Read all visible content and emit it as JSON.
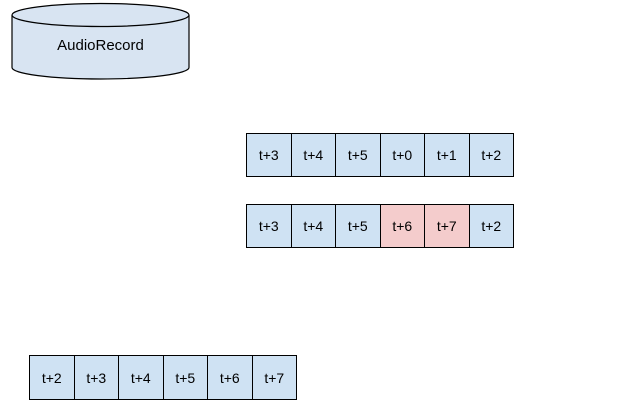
{
  "colors": {
    "cell_blue": "#cfe2f3",
    "cell_pink": "#f4cccc",
    "cylinder_fill": "#d8e4f2",
    "stroke": "#000000",
    "background": "#ffffff"
  },
  "cylinder": {
    "label": "AudioRecord"
  },
  "rows": [
    {
      "name": "buffer-row-top",
      "cells": [
        {
          "label": "t+3",
          "highlight": false
        },
        {
          "label": "t+4",
          "highlight": false
        },
        {
          "label": "t+5",
          "highlight": false
        },
        {
          "label": "t+0",
          "highlight": false
        },
        {
          "label": "t+1",
          "highlight": false
        },
        {
          "label": "t+2",
          "highlight": false
        }
      ]
    },
    {
      "name": "buffer-row-middle",
      "cells": [
        {
          "label": "t+3",
          "highlight": false
        },
        {
          "label": "t+4",
          "highlight": false
        },
        {
          "label": "t+5",
          "highlight": false
        },
        {
          "label": "t+6",
          "highlight": true
        },
        {
          "label": "t+7",
          "highlight": true
        },
        {
          "label": "t+2",
          "highlight": false
        }
      ]
    },
    {
      "name": "buffer-row-bottom",
      "cells": [
        {
          "label": "t+2",
          "highlight": false
        },
        {
          "label": "t+3",
          "highlight": false
        },
        {
          "label": "t+4",
          "highlight": false
        },
        {
          "label": "t+5",
          "highlight": false
        },
        {
          "label": "t+6",
          "highlight": false
        },
        {
          "label": "t+7",
          "highlight": false
        }
      ]
    }
  ]
}
